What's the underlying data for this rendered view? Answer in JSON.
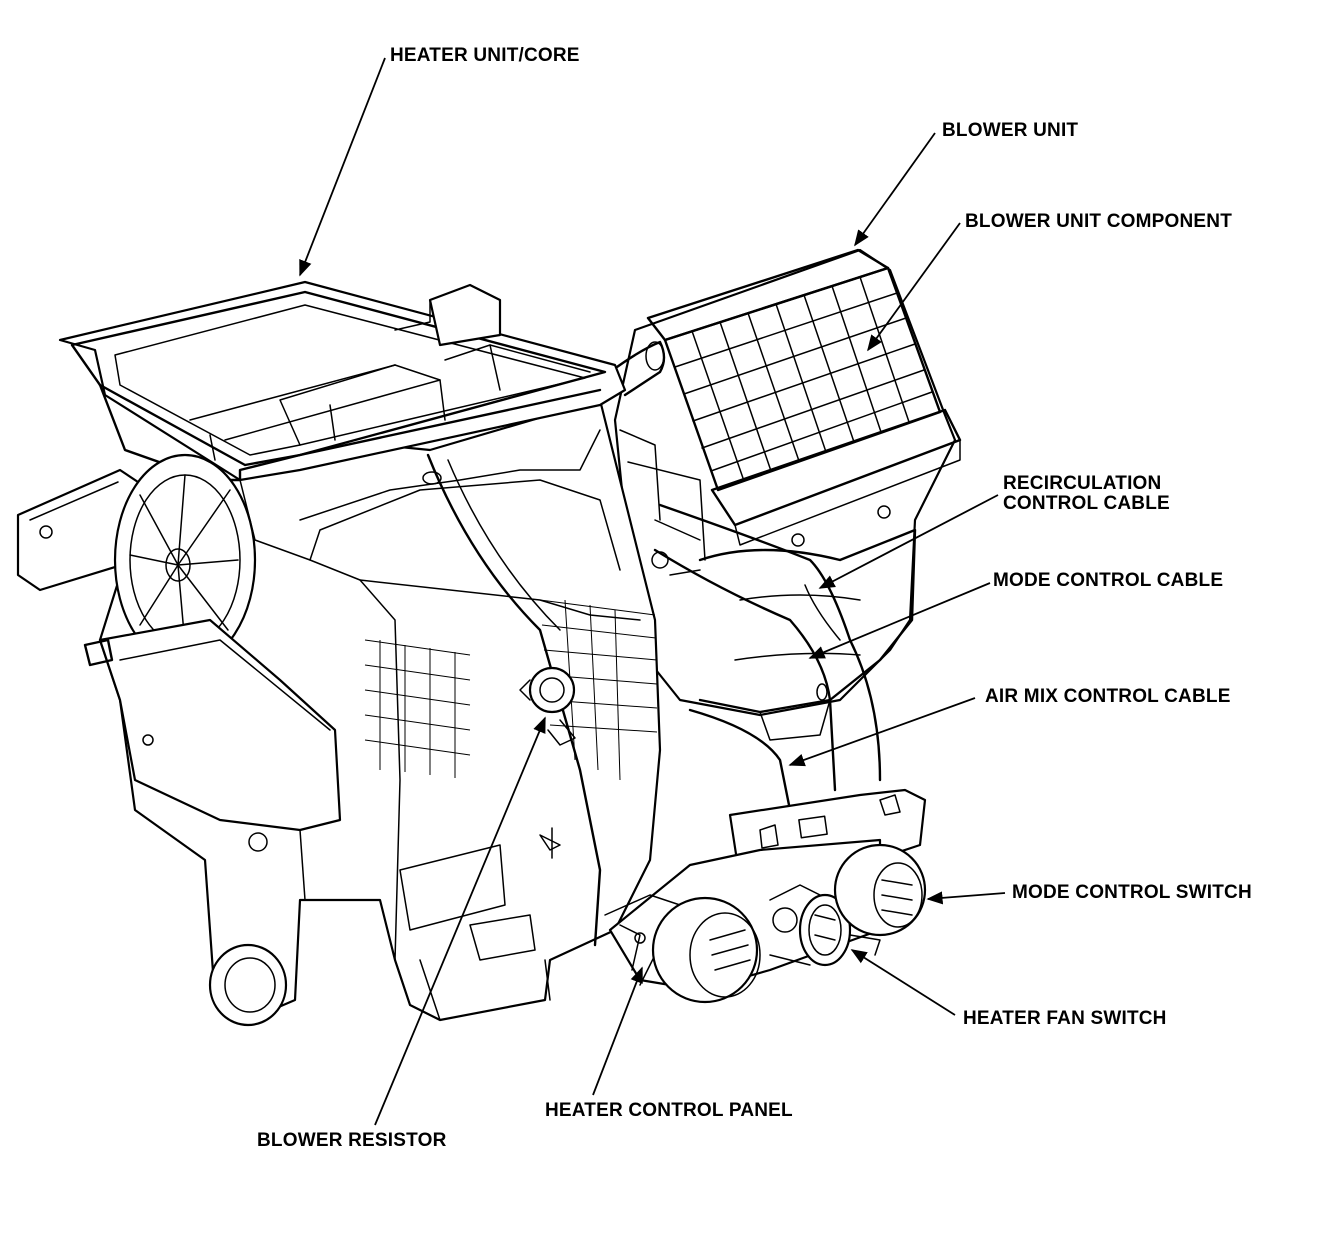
{
  "labels": {
    "heater_unit_core": "HEATER UNIT/CORE",
    "blower_unit": "BLOWER UNIT",
    "blower_unit_component": "BLOWER UNIT COMPONENT",
    "recirculation_control_cable": [
      "RECIRCULATION",
      "CONTROL CABLE"
    ],
    "mode_control_cable": "MODE CONTROL CABLE",
    "air_mix_control_cable": "AIR MIX CONTROL CABLE",
    "mode_control_switch": "MODE CONTROL SWITCH",
    "heater_fan_switch": "HEATER FAN SWITCH",
    "heater_control_panel": "HEATER CONTROL PANEL",
    "blower_resistor": "BLOWER RESISTOR"
  },
  "colors": {
    "ink": "#000000",
    "paper": "#ffffff"
  }
}
